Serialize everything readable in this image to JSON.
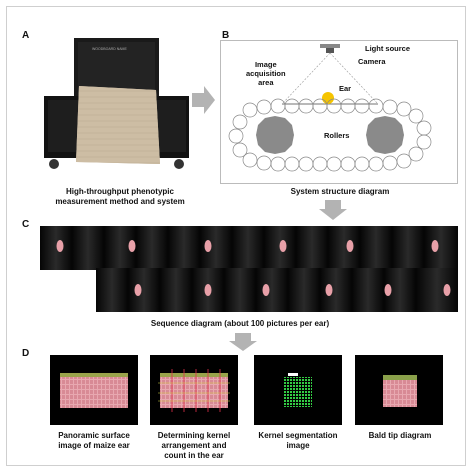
{
  "panels": {
    "a": {
      "label": "A",
      "caption_line1": "High-throughput phenotypic",
      "caption_line2": "measurement method and system",
      "logo_text": "WOODBOARD NAME"
    },
    "b": {
      "label": "B",
      "light_source": "Light source",
      "camera": "Camera",
      "image_line1": "Image",
      "image_line2": "acquisition",
      "image_line3": "area",
      "ear": "Ear",
      "rollers": "Rollers",
      "caption": "System structure diagram"
    },
    "c": {
      "label": "C",
      "caption": "Sequence diagram (about 100 pictures per ear)"
    },
    "d": {
      "label": "D",
      "captions": [
        {
          "line1": "Panoramic surface",
          "line2": "image of maize ear",
          "line3": ""
        },
        {
          "line1": "Determining kernel",
          "line2": "arrangement and",
          "line3": "count in the ear"
        },
        {
          "line1": "Kernel segmentation",
          "line2": "image",
          "line3": ""
        },
        {
          "line1": "Bald tip diagram",
          "line2": "",
          "line3": ""
        }
      ]
    }
  },
  "colors": {
    "arrow_gray": "#b3b3b3",
    "ear_pink": "#e8a0a8",
    "ear_yellow": "#f5c400",
    "kernel_green": "#33cc44"
  }
}
